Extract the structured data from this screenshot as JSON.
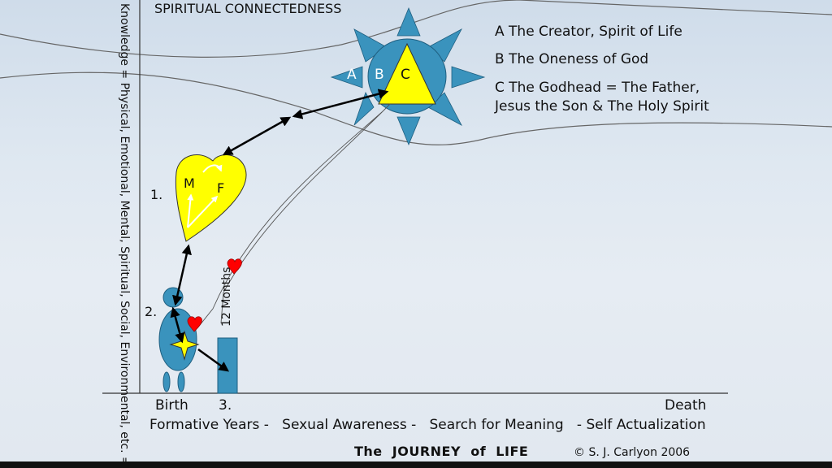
{
  "title": "SPIRITUAL CONNECTEDNESS",
  "vertical_axis_label": "Knowledge = Physical, Emotional, Mental, Spiritual, Social, Environmental, etc. =",
  "legend": [
    "A  The Creator, Spirit of Life",
    "B  The Oneness of God",
    "C  The Godhead = The Father,",
    "Jesus the Son & The Holy Spirit"
  ],
  "sun_labels": {
    "a": "A",
    "b": "B",
    "c": "C"
  },
  "heart_labels": {
    "m": "M",
    "f": "F"
  },
  "stage_numbers": {
    "one": "1.",
    "two": "2.",
    "three": "3."
  },
  "twelve_months": "12 Months",
  "x_axis": {
    "birth": "Birth",
    "death": "Death",
    "stages": "Formative Years -   Sexual Awareness -   Search for Meaning   - Self Actualization"
  },
  "bottom_title": "The  JOURNEY  of  LIFE",
  "copyright": "© S. J. Carlyon 2006",
  "colors": {
    "sun_blue": "#3a93bd",
    "heart_yellow": "#ffff00",
    "small_heart_red": "#ff0000",
    "arrow_black": "#000000"
  }
}
